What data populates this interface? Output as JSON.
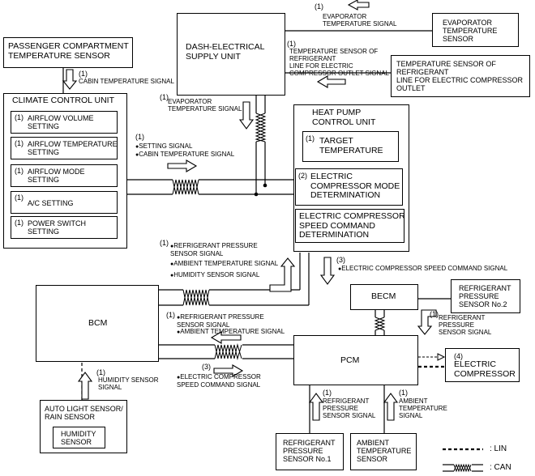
{
  "title": "",
  "nodes": {
    "passenger_sensor": "PASSENGER COMPARTMENT\nTEMPERATURE SENSOR",
    "dash_supply": "DASH-ELECTRICAL\nSUPPLY UNIT",
    "evap_sensor": "EVAPORATOR\nTEMPERATURE\nSENSOR",
    "refrig_line_sensor": "TEMPERATURE SENSOR OF\nREFRIGERANT\nLINE FOR ELECTRIC COMPRESSOR\nOUTLET",
    "climate_unit": "CLIMATE CONTROL UNIT",
    "climate_items": [
      {
        "num": "(1)",
        "label": "AIRFLOW VOLUME\nSETTING"
      },
      {
        "num": "(1)",
        "label": "AIRFLOW TEMPERATURE\nSETTING"
      },
      {
        "num": "(1)",
        "label": "AIRFLOW MODE\nSETTING"
      },
      {
        "num": "(1)",
        "label": "A/C SETTING"
      },
      {
        "num": "(1)",
        "label": "POWER SWITCH\nSETTING"
      }
    ],
    "heat_pump": "HEAT PUMP\nCONTROL UNIT",
    "heat_pump_items": [
      {
        "num": "(1)",
        "label": "TARGET\nTEMPERATURE"
      },
      {
        "num": "(2)",
        "label": "ELECTRIC\nCOMPRESSOR MODE\nDETERMINATION"
      },
      {
        "num": "",
        "label": "ELECTRIC COMPRESSOR\nSPEED COMMAND\nDETERMINATION"
      }
    ],
    "bcm": "BCM",
    "becm": "BECM",
    "refrig_p2": "REFRIGERANT\nPRESSURE\nSENSOR No.2",
    "pcm": "PCM",
    "electric_compressor": "ELECTRIC\nCOMPRESSOR",
    "electric_compressor_num": "(4)",
    "auto_light": "AUTO LIGHT SENSOR/\nRAIN SENSOR",
    "humidity_sensor": "HUMIDITY\nSENSOR",
    "refrig_p1": "REFRIGERANT\nPRESSURE\nSENSOR No.1",
    "ambient_sensor": "AMBIENT\nTEMPERATURE\nSENSOR"
  },
  "signals": {
    "evap_signal_top": {
      "num": "(1)",
      "text": "EVAPORATOR\nTEMPERATURE SIGNAL"
    },
    "refrig_line_signal": {
      "num": "(1)",
      "text": "TEMPERATURE SENSOR OF\nREFRIGERANT\nLINE FOR ELECTRIC\nCOMPRESSOR OUTLET SIGNAL"
    },
    "cabin_temp": {
      "num": "(1)",
      "text": "CABIN TEMPERATURE SIGNAL"
    },
    "evap_signal_mid": {
      "num": "(1)",
      "text": "EVAPORATOR\nTEMPERATURE SIGNAL"
    },
    "setting_group": {
      "num": "(1)",
      "items": [
        "SETTING SIGNAL",
        "CABIN TEMPERATURE SIGNAL"
      ]
    },
    "bcm_to_hp_group": {
      "num": "(1)",
      "items": [
        "REFRIGERANT PRESSURE\nSENSOR SIGNAL",
        "AMBIENT TEMPERATURE SIGNAL",
        "HUMIDITY SENSOR SIGNAL"
      ]
    },
    "speed_cmd_hp": {
      "num": "(3)",
      "text": "ELECTRIC COMPRESSOR SPEED COMMAND SIGNAL"
    },
    "becm_refrig": {
      "num": "(1)",
      "text": "REFRIGERANT\nPRESSURE\nSENSOR SIGNAL"
    },
    "pcm_to_bcm_group": {
      "num": "(1)",
      "items": [
        "REFRIGERANT PRESSURE\nSENSOR SIGNAL",
        "AMBIENT TEMPERATURE SIGNAL"
      ]
    },
    "speed_cmd_pcm": {
      "num": "(3)",
      "items": [
        "ELECTRIC COMPRESSOR\nSPEED COMMAND SIGNAL"
      ]
    },
    "humidity_signal": {
      "num": "(1)",
      "text": "HUMIDITY SENSOR\nSIGNAL"
    },
    "refrig_p1_signal": {
      "num": "(1)",
      "text": "REFRIGERANT\nPRESSURE\nSENSOR SIGNAL"
    },
    "ambient_signal": {
      "num": "(1)",
      "text": "AMBIENT\nTEMPERATURE\nSIGNAL"
    }
  },
  "legend": {
    "lin": ": LIN",
    "can": ": CAN"
  }
}
